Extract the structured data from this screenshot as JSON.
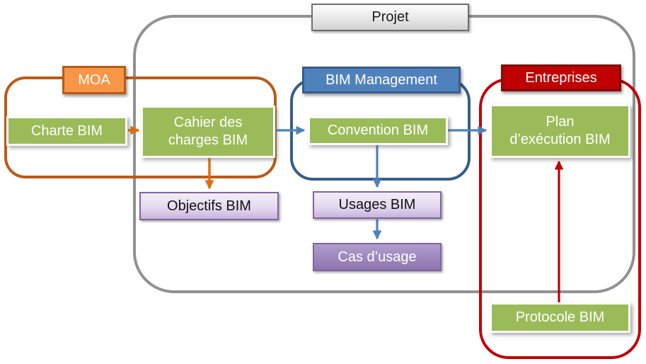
{
  "title": "Projet",
  "groups": {
    "moa": {
      "label": "MOA"
    },
    "bim_management": {
      "label": "BIM Management"
    },
    "entreprises": {
      "label": "Entreprises"
    }
  },
  "nodes": {
    "charte": {
      "label": "Charte BIM"
    },
    "cahier": {
      "label": "Cahier des charges BIM",
      "label_lines": [
        "Cahier des",
        "charges BIM"
      ]
    },
    "convention": {
      "label": "Convention BIM"
    },
    "plan": {
      "label": "Plan d’exécution BIM",
      "label_lines": [
        "Plan",
        "d’exécution BIM"
      ]
    },
    "objectifs": {
      "label": "Objectifs BIM"
    },
    "usages": {
      "label": "Usages BIM"
    },
    "cas_usage": {
      "label": "Cas d’usage"
    },
    "protocole": {
      "label": "Protocole BIM"
    }
  },
  "arrows": [
    {
      "from": "Charte BIM",
      "to": "Cahier des charges BIM",
      "color_role": "orange",
      "direction": "right"
    },
    {
      "from": "Cahier des charges BIM",
      "to": "Convention BIM",
      "color_role": "blue",
      "direction": "right"
    },
    {
      "from": "Convention BIM",
      "to": "Plan d’exécution BIM",
      "color_role": "blue",
      "direction": "right"
    },
    {
      "from": "Cahier des charges BIM",
      "to": "Objectifs BIM",
      "color_role": "orange",
      "direction": "down"
    },
    {
      "from": "Convention BIM",
      "to": "Usages BIM",
      "color_role": "blue",
      "direction": "down"
    },
    {
      "from": "Usages BIM",
      "to": "Cas d’usage",
      "color_role": "blue",
      "direction": "down"
    },
    {
      "from": "Protocole BIM",
      "to": "Plan d’exécution BIM",
      "color_role": "red",
      "direction": "up"
    }
  ],
  "colors": {
    "green_box": "#9BBB59",
    "orange_label": "#F79646",
    "orange_border": "#BA5B17",
    "orange_arrow": "#E36C09",
    "blue_label": "#4F81BD",
    "blue_border": "#385D8A",
    "blue_arrow": "#4F81BD",
    "red_label": "#C00000",
    "red_label_border": "#7C1012",
    "red_line": "#C00000",
    "gray_frame": "#919191",
    "title_border": "#6E6E6E",
    "purple_border": "#8064A2",
    "purple_light_top": "#F2EDF8",
    "purple_light_bottom": "#C7B5DE",
    "purple_dark_top": "#B09ECD",
    "purple_dark_bottom": "#8D74AE"
  }
}
